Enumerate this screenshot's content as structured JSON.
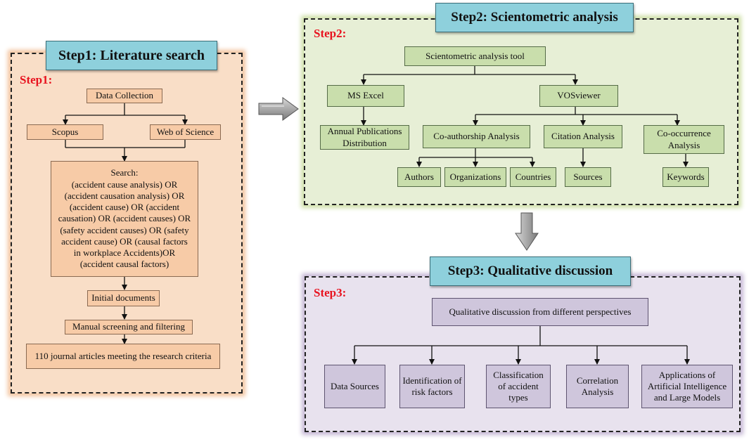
{
  "step1": {
    "title": "Step1: Literature search",
    "label": "Step1:",
    "data_collection": "Data Collection",
    "scopus": "Scopus",
    "wos": "Web of Science",
    "search_lines": [
      "Search:",
      "(accident cause analysis) OR",
      "(accident causation analysis) OR",
      "(accident cause) OR (accident",
      "causation) OR (accident causes) OR",
      "(safety accident causes) OR (safety",
      "accident cause) OR (causal factors",
      "in workplace Accidents)OR",
      "(accident causal factors)"
    ],
    "initial_documents": "Initial documents",
    "screening": "Manual screening and  filtering",
    "result": "110 journal articles meeting the research criteria"
  },
  "step2": {
    "title": "Step2: Scientometric analysis",
    "label": "Step2:",
    "tool": "Scientometric analysis tool",
    "ms_excel": "MS Excel",
    "vosviewer": "VOSviewer",
    "annual_lines": [
      "Annual Publications",
      "Distribution"
    ],
    "coauthorship": "Co-authorship Analysis",
    "citation": "Citation Analysis",
    "cooccurrence_lines": [
      "Co-occurrence",
      "Analysis"
    ],
    "authors": "Authors",
    "organizations": "Organizations",
    "countries": "Countries",
    "sources": "Sources",
    "keywords": "Keywords"
  },
  "step3": {
    "title": "Step3: Qualitative discussion",
    "label": "Step3:",
    "root": "Qualitative discussion from different perspectives",
    "data_sources": "Data Sources",
    "risk_lines": [
      "Identification of",
      "risk factors"
    ],
    "classification_lines": [
      "Classification",
      "of accident",
      "types"
    ],
    "correlation_lines": [
      "Correlation",
      "Analysis"
    ],
    "ai_lines": [
      "Applications of",
      "Artificial Intelligence",
      "and Large  Models"
    ]
  },
  "colors": {
    "step_label": "#e8121e",
    "title_bg": "#8ed0dc",
    "panel1_bg": "#f9dec7",
    "panel2_bg": "#e7efd6",
    "panel3_bg": "#e8e2ee",
    "arrow_grey": "#9a9a9a"
  }
}
